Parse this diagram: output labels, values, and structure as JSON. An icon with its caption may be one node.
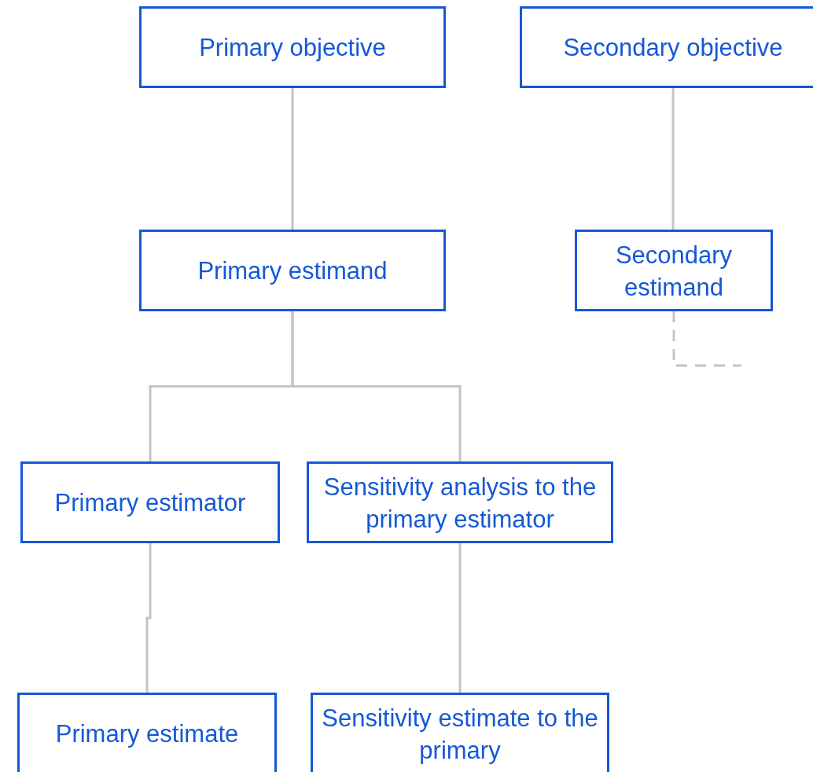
{
  "diagram": {
    "nodes": [
      {
        "text": [
          "Primary objective"
        ]
      },
      {
        "text": [
          "Secondary objective"
        ]
      },
      {
        "text": [
          "Primary estimand"
        ]
      },
      {
        "text": [
          "Secondary estimand"
        ]
      },
      {
        "text": [
          "Primary estimator"
        ]
      },
      {
        "text": [
          "Sensitivity analysis to the primary estimator"
        ]
      },
      {
        "text": [
          "Primary estimate"
        ]
      },
      {
        "text": [
          "Sensitivity estimate to the primary"
        ]
      }
    ],
    "edges": [
      {
        "from": 0,
        "to": 2,
        "arrow": "none"
      },
      {
        "from": 1,
        "to": 3,
        "arrow": "none"
      },
      {
        "from": 2,
        "to": 4,
        "arrow": "none"
      },
      {
        "from": 2,
        "to": 5,
        "arrow": "none"
      },
      {
        "from": 4,
        "to": 6,
        "arrow": "none"
      },
      {
        "from": 5,
        "to": 7,
        "arrow": "none"
      },
      {
        "from": 3,
        "to": null,
        "arrow": "none",
        "style": "dashed"
      }
    ]
  }
}
